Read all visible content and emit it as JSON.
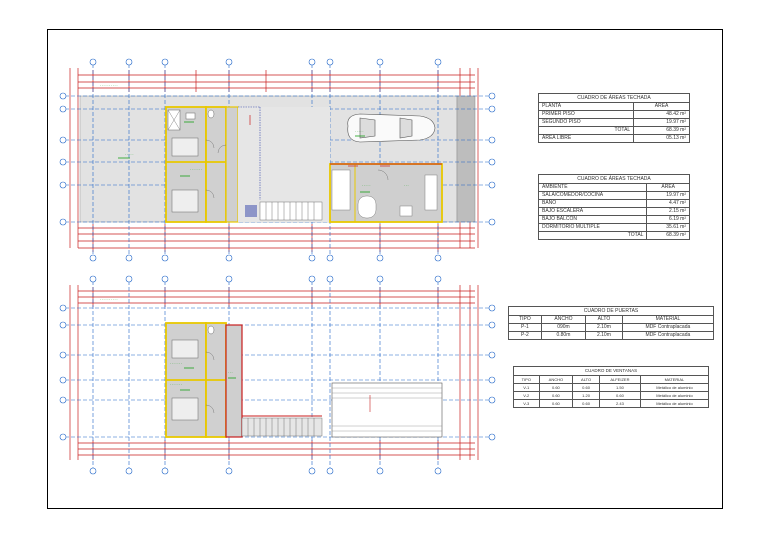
{
  "tables": {
    "areas_techada_1": {
      "title": "CUADRO DE ÁREAS TECHADA",
      "headers": [
        "PLANTA",
        "ÁREA"
      ],
      "rows": [
        [
          "PRIMER PISO",
          "48.42 m²"
        ],
        [
          "SEGUNDO PISO",
          "19.97 m²"
        ],
        [
          "TOTAL",
          "68.39 m²"
        ],
        [
          "ÁREA LIBRE",
          "05.13 m²"
        ]
      ]
    },
    "areas_techada_2": {
      "title": "CUADRO DE ÁREAS TECHADA",
      "headers": [
        "AMBIENTE",
        "ÁREA"
      ],
      "rows": [
        [
          "SALA/COMEDOR/COCINA",
          "19.97 m²"
        ],
        [
          "BAÑO",
          "4.47 m²"
        ],
        [
          "BAJO ESCALERA",
          "2.15 m²"
        ],
        [
          "BAJO BALCÓN",
          "6.19 m²"
        ],
        [
          "DORMITORIO MÚLTIPLE",
          "35.61 m²"
        ],
        [
          "TOTAL",
          "68.39 m²"
        ]
      ]
    },
    "puertas": {
      "title": "CUADRO DE PUERTAS",
      "headers": [
        "TIPO",
        "ANCHO",
        "ALTO",
        "MATERIAL"
      ],
      "rows": [
        [
          "P-1",
          "090m",
          "2.10m",
          "MDF Contraplacada"
        ],
        [
          "P-2",
          "0.80m",
          "2.10m",
          "MDF Contraplacada"
        ]
      ]
    },
    "ventanas": {
      "title": "CUADRO DE VENTANAS",
      "headers": [
        "TIPO",
        "ANCHO",
        "ALTO",
        "ALFEIZER",
        "MATERIAL"
      ],
      "rows": [
        [
          "V-1",
          "0.60",
          "0.60",
          "1.50",
          "Metálico de aluminio"
        ],
        [
          "V-2",
          "0.60",
          "1.20",
          "0.60",
          "Metálico de aluminio"
        ],
        [
          "V-3",
          "0.60",
          "0.60",
          "2.43",
          "Metálico de aluminio"
        ]
      ]
    }
  },
  "colors": {
    "wall": "#e8c800",
    "axis": "#1e64c8",
    "dimension": "#c81e1e",
    "floor": "#d9d9d9",
    "label": "#18a018"
  }
}
